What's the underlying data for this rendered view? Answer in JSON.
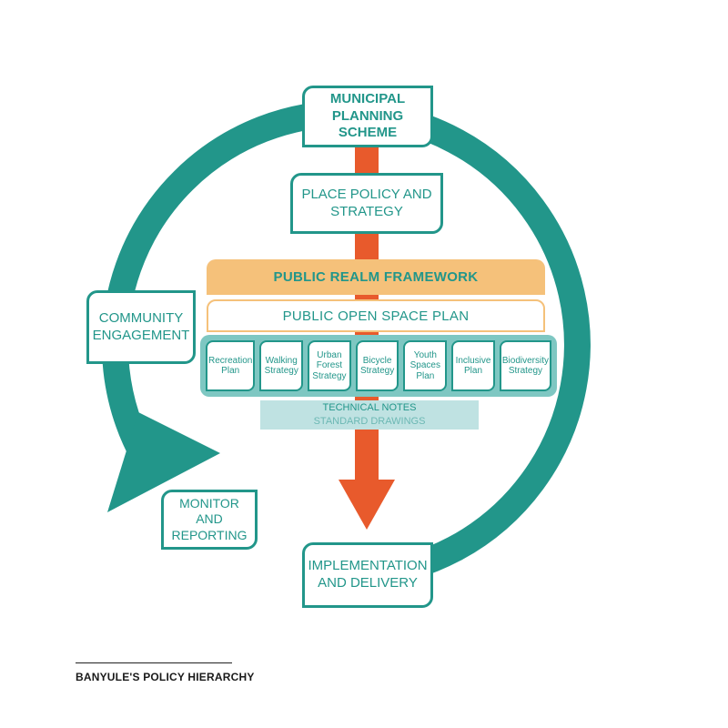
{
  "diagram": {
    "top_box": "MUNICIPAL PLANNING SCHEME",
    "place_box": "PLACE POLICY AND STRATEGY",
    "community_box": "COMMUNITY ENGAGEMENT",
    "monitor_box": "MONITOR AND REPORTING",
    "implementation_box": "IMPLEMENTATION AND DELIVERY",
    "public_realm_framework": "PUBLIC REALM FRAMEWORK",
    "public_open_space_plan": "PUBLIC OPEN SPACE PLAN",
    "strategies": [
      "Recreation Plan",
      "Walking Strategy",
      "Urban Forest Strategy",
      "Bicycle Strategy",
      "Youth Spaces Plan",
      "Inclusive Plan",
      "Biodiversity Strategy"
    ],
    "technical_notes": "TECHNICAL NOTES",
    "standard_drawings": "STANDARD DRAWINGS"
  },
  "caption": "BANYULE'S POLICY HIERARCHY",
  "colors": {
    "teal": "#22968a",
    "light_teal": "#7ec7c2",
    "pale_teal": "#bfe2e2",
    "orange_arrow": "#e85a2c",
    "peach": "#f5c17a"
  }
}
